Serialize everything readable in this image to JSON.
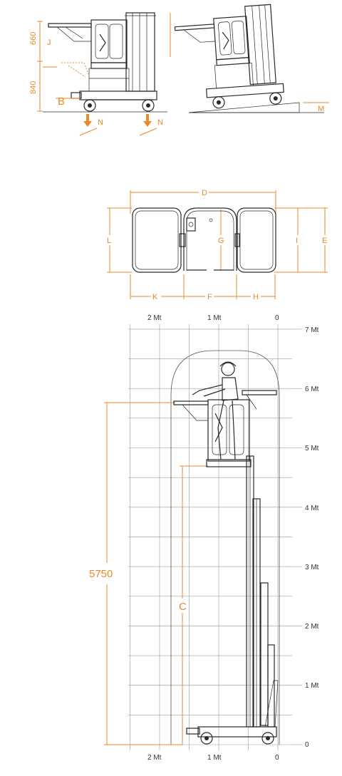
{
  "side_view": {
    "dim_660": "660",
    "dim_840": "840",
    "label_J": "J",
    "label_B": "B",
    "label_N1": "N",
    "label_N2": "N",
    "label_M": "M"
  },
  "top_view": {
    "label_D": "D",
    "label_L": "L",
    "label_G": "G",
    "label_I": "I",
    "label_E": "E",
    "label_K": "K",
    "label_F": "F",
    "label_H": "H"
  },
  "reach_diagram": {
    "x_axis_top": [
      "2 Mt",
      "1 Mt",
      "0"
    ],
    "x_axis_bottom": [
      "2 Mt",
      "1 Mt",
      "0"
    ],
    "y_axis": [
      "7 Mt",
      "6 Mt",
      "5 Mt",
      "4 Mt",
      "3 Mt",
      "2 Mt",
      "1 Mt",
      "0"
    ],
    "dim_height": "5750",
    "label_C": "C"
  },
  "colors": {
    "accent": "#e8892b",
    "line": "#2a2a2a",
    "grid": "#9a9a9a"
  }
}
